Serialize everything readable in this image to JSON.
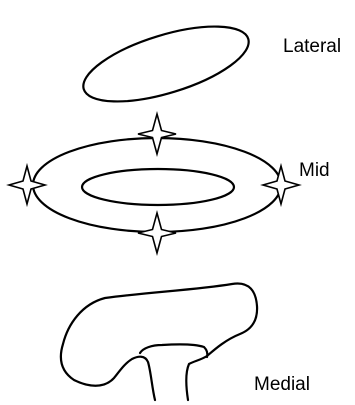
{
  "labels": {
    "lateral": "Lateral",
    "mid": "Mid",
    "medial": "Medial"
  },
  "markers": {
    "count": 4,
    "shape": "four-point-star-icon"
  },
  "colors": {
    "stroke": "#000000",
    "background": "#ffffff"
  }
}
